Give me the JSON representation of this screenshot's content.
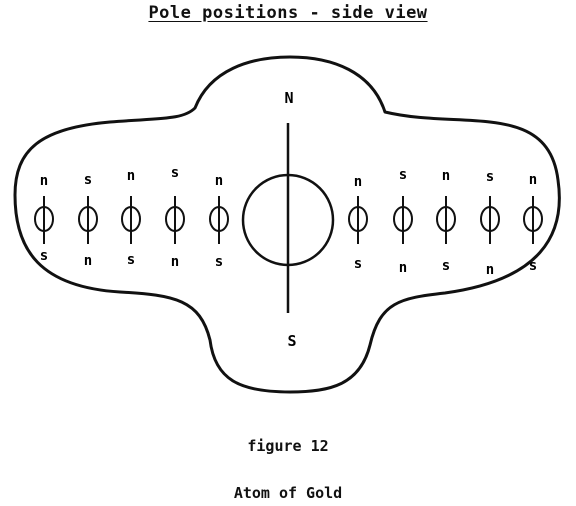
{
  "title": "Pole positions - side view",
  "figure_label": "figure 12",
  "figure_caption": "Atom of Gold",
  "central_axis": {
    "top_label": "N",
    "bottom_label": "S"
  },
  "left_particles": [
    {
      "top": "n",
      "bottom": "s"
    },
    {
      "top": "s",
      "bottom": "n"
    },
    {
      "top": "n",
      "bottom": "s"
    },
    {
      "top": "s",
      "bottom": "n"
    },
    {
      "top": "n",
      "bottom": "s"
    }
  ],
  "right_particles": [
    {
      "top": "n",
      "bottom": "s"
    },
    {
      "top": "s",
      "bottom": "n"
    },
    {
      "top": "n",
      "bottom": "s"
    },
    {
      "top": "s",
      "bottom": "n"
    },
    {
      "top": "n",
      "bottom": "s"
    }
  ],
  "colors": {
    "ink": "#111111",
    "background": "#ffffff"
  }
}
